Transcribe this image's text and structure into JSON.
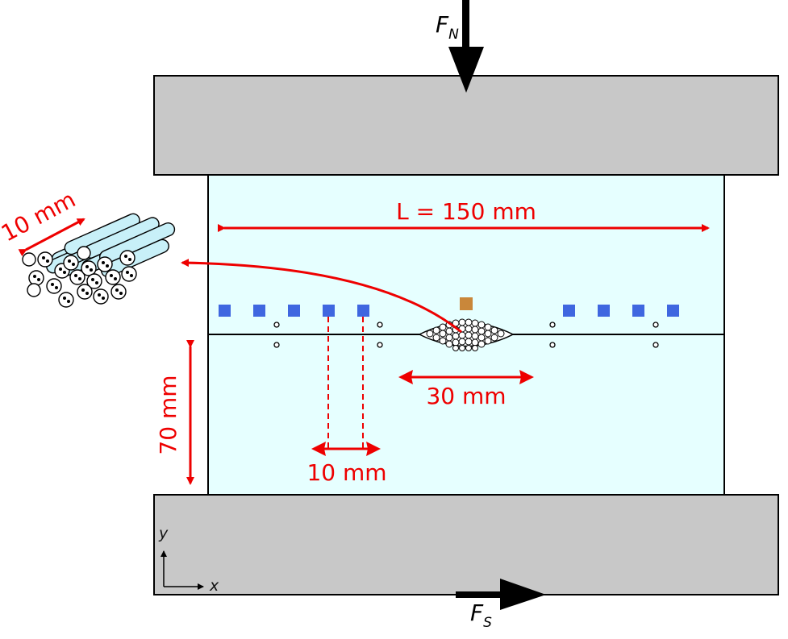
{
  "forces": {
    "normal_symbol": "F",
    "normal_subscript": "N",
    "shear_symbol": "F",
    "shear_subscript": "S"
  },
  "dimensions": {
    "length_label": "L = 150 mm",
    "height_label": "70 mm",
    "cluster_width_label": "30 mm",
    "spacing_label": "10 mm",
    "bundle_label": "10 mm"
  },
  "axes": {
    "x_label": "x",
    "y_label": "y"
  },
  "colors": {
    "plate": "#c8c8c8",
    "specimen": "#e6ffff",
    "annotation": "#ee0000",
    "sensor": "#3f67e0",
    "marker": "#c9873a"
  }
}
